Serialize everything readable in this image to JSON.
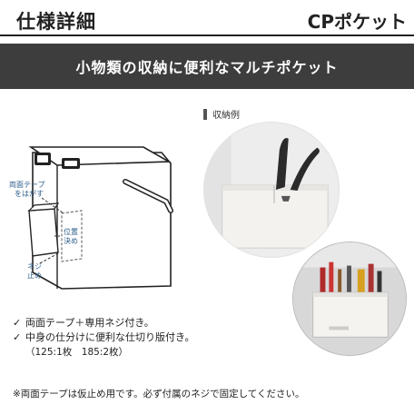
{
  "header": {
    "section_title": "仕様詳細",
    "product_name": "CPポケット"
  },
  "banner": {
    "text": "小物類の収納に便利なマルチポケット"
  },
  "diagram": {
    "label_tape_line1": "両面テープ",
    "label_tape_line2": "をはがす",
    "label_position_line1": "位置",
    "label_position_line2": "決め",
    "label_screw_line1": "ネジ",
    "label_screw_line2": "止め"
  },
  "example": {
    "label": "収納例"
  },
  "features": {
    "items": [
      "両面テープ＋専用ネジ付き。",
      "中身の仕分けに便利な仕切り版付き。"
    ],
    "capacity": "（125:1枚　185:2枚）",
    "check_icon": "check-icon"
  },
  "note": {
    "text": "※両面テープは仮止め用です。必ず付属のネジで固定してください。"
  }
}
